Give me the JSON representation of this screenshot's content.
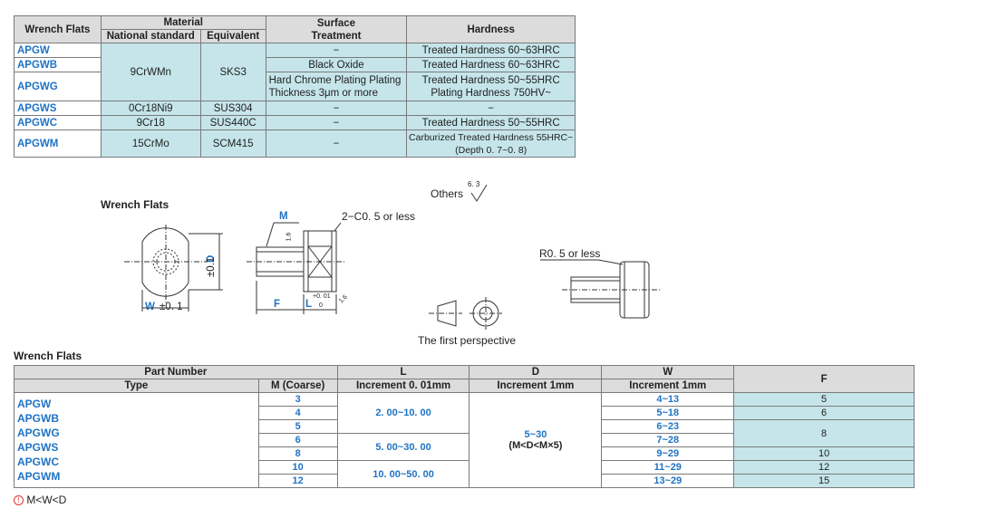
{
  "material_table": {
    "headers": {
      "wrench_flats": "Wrench Flats",
      "material": "Material",
      "national_standard": "National standard",
      "equivalent": "Equivalent",
      "surface_treatment_1": "Surface",
      "surface_treatment_2": "Treatment",
      "hardness": "Hardness"
    },
    "rows": [
      {
        "type": "APGW",
        "surface": "−",
        "hardness": "Treated Hardness  60~63HRC"
      },
      {
        "type": "APGWB",
        "surface": "Black Oxide",
        "hardness": "Treated Hardness  60~63HRC"
      },
      {
        "type": "APGWG",
        "surface_1": "Hard Chrome Plating Plating",
        "surface_2": "Thickness 3μm or more",
        "hardness_1": "Treated Hardness  50~55HRC",
        "hardness_2": "Plating Hardness  750HV~"
      },
      {
        "type": "APGWS",
        "national": "0Cr18Ni9",
        "equivalent": "SUS304",
        "surface": "−",
        "hardness": "−"
      },
      {
        "type": "APGWC",
        "national": "9Cr18",
        "equivalent": "SUS440C",
        "surface": "−",
        "hardness": "Treated Hardness  50~55HRC"
      },
      {
        "type": "APGWM",
        "national": "15CrMo",
        "equivalent": "SCM415",
        "surface": "−",
        "hardness_1": "Carburized Treated Hardness  55HRC~",
        "hardness_2": "(Depth  0. 7~0. 8)"
      }
    ],
    "merged_national": "9CrWMn",
    "merged_equivalent": "SKS3"
  },
  "drawing": {
    "title": "Wrench Flats",
    "others": "Others",
    "roughness": "6. 3",
    "label_m": "M",
    "label_d": "D",
    "tol_d": "±0.1",
    "label_w": "W",
    "tol_w": "±0. 1",
    "label_f": "F",
    "label_l": "L",
    "tol_l_top": "+0. 01",
    "tol_l_bottom": "0",
    "chamfer": "2−C0. 5 or less",
    "radius": "R0. 5 or less",
    "perspective": "The first perspective",
    "small_rough_1": "1.6",
    "small_rough_2": "1.6"
  },
  "part_table": {
    "title": "Wrench Flats",
    "headers": {
      "part_number": "Part Number",
      "type": "Type",
      "m": "M (Coarse)",
      "l": "L",
      "l_sub": "Increment 0. 01mm",
      "d": "D",
      "d_sub": "Increment 1mm",
      "w": "W",
      "w_sub": "Increment 1mm",
      "f": "F"
    },
    "types": [
      "APGW",
      "APGWB",
      "APGWG",
      "APGWS",
      "APGWC",
      "APGWM"
    ],
    "m_values": [
      "3",
      "4",
      "5",
      "6",
      "8",
      "10",
      "12"
    ],
    "l_ranges": [
      "2. 00~10. 00",
      "5. 00~30. 00",
      "10. 00~50. 00"
    ],
    "d_range_1": "5~30",
    "d_range_2": "(M<D<M×5)",
    "w_values": [
      "4~13",
      "5~18",
      "6~23",
      "7~28",
      "9~29",
      "11~29",
      "13~29"
    ],
    "f_values": [
      "5",
      "6",
      "8",
      "10",
      "12",
      "15"
    ],
    "footnote": "M<W<D",
    "footnote_icon": "!"
  }
}
